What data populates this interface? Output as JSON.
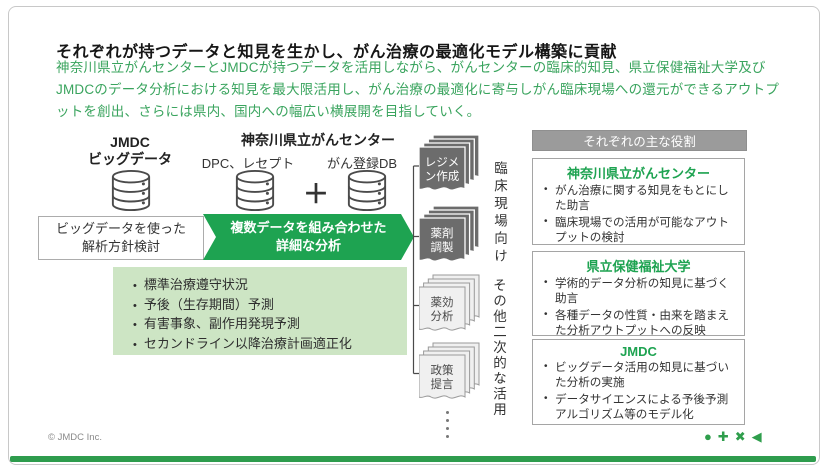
{
  "slide": {
    "title": "それぞれが持つデータと知見を生かし、がん治療の最適化モデル構築に貢献",
    "intro": "神奈川県立がんセンターとJMDCが持つデータを活用しながら、がんセンターの臨床的知見、県立保健福祉大学及びJMDCのデータ分析における知見を最大限活用し、がん治療の最適化に寄与しがん臨床現場への還元ができるアウトプットを創出、さらには県内、国内への幅広い横展開を目指していく。",
    "copyright": "© JMDC Inc.",
    "accent_green": "#1EA351",
    "text_green": "#3AA45E",
    "light_green": "#CDE5C4",
    "bar_green": "#2E9C4D"
  },
  "sources": {
    "jmdc": {
      "name": "JMDC",
      "subtitle": "ビッグデータ",
      "icon": "database-cylinder-icon"
    },
    "kanagawa": {
      "name": "神奈川県立がんセンター",
      "db1_label": "DPC、レセプト",
      "db2_label": "がん登録DB",
      "plus": "＋",
      "icon": "database-cylinder-icon"
    }
  },
  "process": {
    "step1_line1": "ビッグデータを使った",
    "step1_line2": "解析方針検討",
    "step2_line1": "複数データを組み合わせた",
    "step2_line2": "詳細な分析",
    "analysis_items": [
      "標準治療遵守状況",
      "予後（生存期間）予測",
      "有害事象、副作用発現予測",
      "セカンドライン以降治療計画適正化"
    ]
  },
  "outputs": {
    "docs": [
      {
        "line1": "レジメ",
        "line2": "ン作成",
        "style": "dark"
      },
      {
        "line1": "薬剤",
        "line2": "調製",
        "style": "dark"
      },
      {
        "line1": "薬効",
        "line2": "分析",
        "style": "light"
      },
      {
        "line1": "政策",
        "line2": "提言",
        "style": "light"
      }
    ],
    "group_clinical": "臨床現場向け",
    "group_secondary": "その他二次的な活用"
  },
  "roles_panel": {
    "header": "それぞれの主な役割",
    "roles": [
      {
        "org": "神奈川県立がんセンター",
        "items": [
          "がん治療に関する知見をもとにした助言",
          "臨床現場での活用が可能なアウトプットの検討"
        ]
      },
      {
        "org": "県立保健福祉大学",
        "items": [
          "学術的データ分析の知見に基づく助言",
          "各種データの性質・由来を踏まえた分析アウトプットへの反映"
        ]
      },
      {
        "org": "JMDC",
        "items": [
          "ビッグデータ活用の知見に基づいた分析の実施",
          "データサイエンスによる予後予測アルゴリズム等のモデル化"
        ]
      }
    ]
  },
  "footer_logo": {
    "glyphs": [
      "●",
      "✚",
      "✖",
      "◀"
    ],
    "names": [
      "circle-icon",
      "plus-icon",
      "cross-icon",
      "triangle-left-icon"
    ]
  }
}
